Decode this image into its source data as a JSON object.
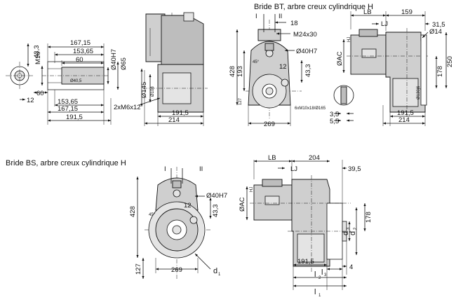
{
  "titles": {
    "bt": "Bride BT, arbre creux cylindrique H",
    "bs": "Bride BS, arbre creux cylindrique H"
  },
  "shaft_view": {
    "d_43_3": "43,3",
    "m16": "M16",
    "d60": "60",
    "d12": "12",
    "d167_top": "167,15",
    "d153_top": "153,65",
    "d60_top": "60",
    "d40h7": "Ø40H7",
    "d65": "Ø65",
    "d40_5": "Ø40,5",
    "d153_bot": "153,65",
    "d167_bot": "167,15",
    "d191_bot": "191,5"
  },
  "side_view_a": {
    "d145": "Ø145",
    "d108": "Ø108",
    "screws": "2xM6x12",
    "d191": "191,5",
    "d214": "214"
  },
  "front_view_bt": {
    "I": "I",
    "II": "II",
    "d18": "18",
    "m24": "M24x30",
    "d40h7": "Ø40H7",
    "d428": "428",
    "d193": "193",
    "d43_3": "43,3",
    "d12": "12",
    "d127": "127",
    "d45": "45°",
    "bolt": "6xM10x18/Ø165",
    "d269": "269",
    "d3_5": "3,5",
    "d5_5": "5,5"
  },
  "motor_view_bt": {
    "LB": "LB",
    "d159": "159",
    "d31_5": "31,5",
    "HJ": "HJ",
    "LJ": "LJ",
    "d14": "Ø14",
    "AC": "ØAC",
    "d178": "178",
    "d250": "250",
    "d130j6": "Ø130j6",
    "d191": "191,5",
    "d214": "214"
  },
  "front_view_bs": {
    "I": "I",
    "II": "II",
    "d40h7": "Ø40H7",
    "d12": "12",
    "d428": "428",
    "d43_3": "43,3",
    "d45": "45°",
    "d127": "127",
    "d269": "269",
    "d1": "d",
    "d1_sub": "1"
  },
  "motor_view_bs": {
    "LB": "LB",
    "d204": "204",
    "d39_5": "39,5",
    "HJ": "HJ",
    "LJ": "LJ",
    "AC": "ØAC",
    "d3": "d",
    "d3_sub": "3",
    "d2": "d",
    "d2_sub": "2",
    "d178": "178",
    "d191": "191,5",
    "l3": "l",
    "l3_sub": "3",
    "d4": "4",
    "l2": "l",
    "l2_sub": "2",
    "l1": "l",
    "l1_sub": "1"
  }
}
